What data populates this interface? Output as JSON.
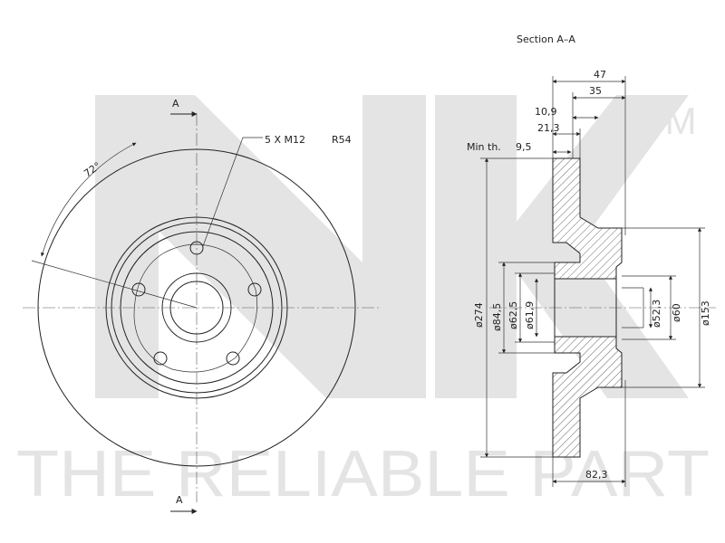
{
  "watermark": {
    "logo_text": "NK",
    "tm": "TM",
    "tagline": "THE RELIABLE PART"
  },
  "front_view": {
    "section_marker_top": "A",
    "section_marker_bottom": "A",
    "angle_label": "72°",
    "bolt_label": "5 X M12",
    "radius_label": "R54"
  },
  "section_view": {
    "title": "Section A–A",
    "dim_47": "47",
    "dim_35": "35",
    "dim_10_9": "10,9",
    "dim_21_3": "21,3",
    "min_th_label": "Min th.",
    "dim_9_5": "9,5",
    "dia_274": "ø274",
    "dia_84_5": "ø84,5",
    "dia_62_5": "ø62,5",
    "dia_61_9": "ø61,9",
    "dia_52_3": "ø52,3",
    "dia_60": "ø60",
    "dia_153": "ø153",
    "dim_82_3": "82,3"
  }
}
